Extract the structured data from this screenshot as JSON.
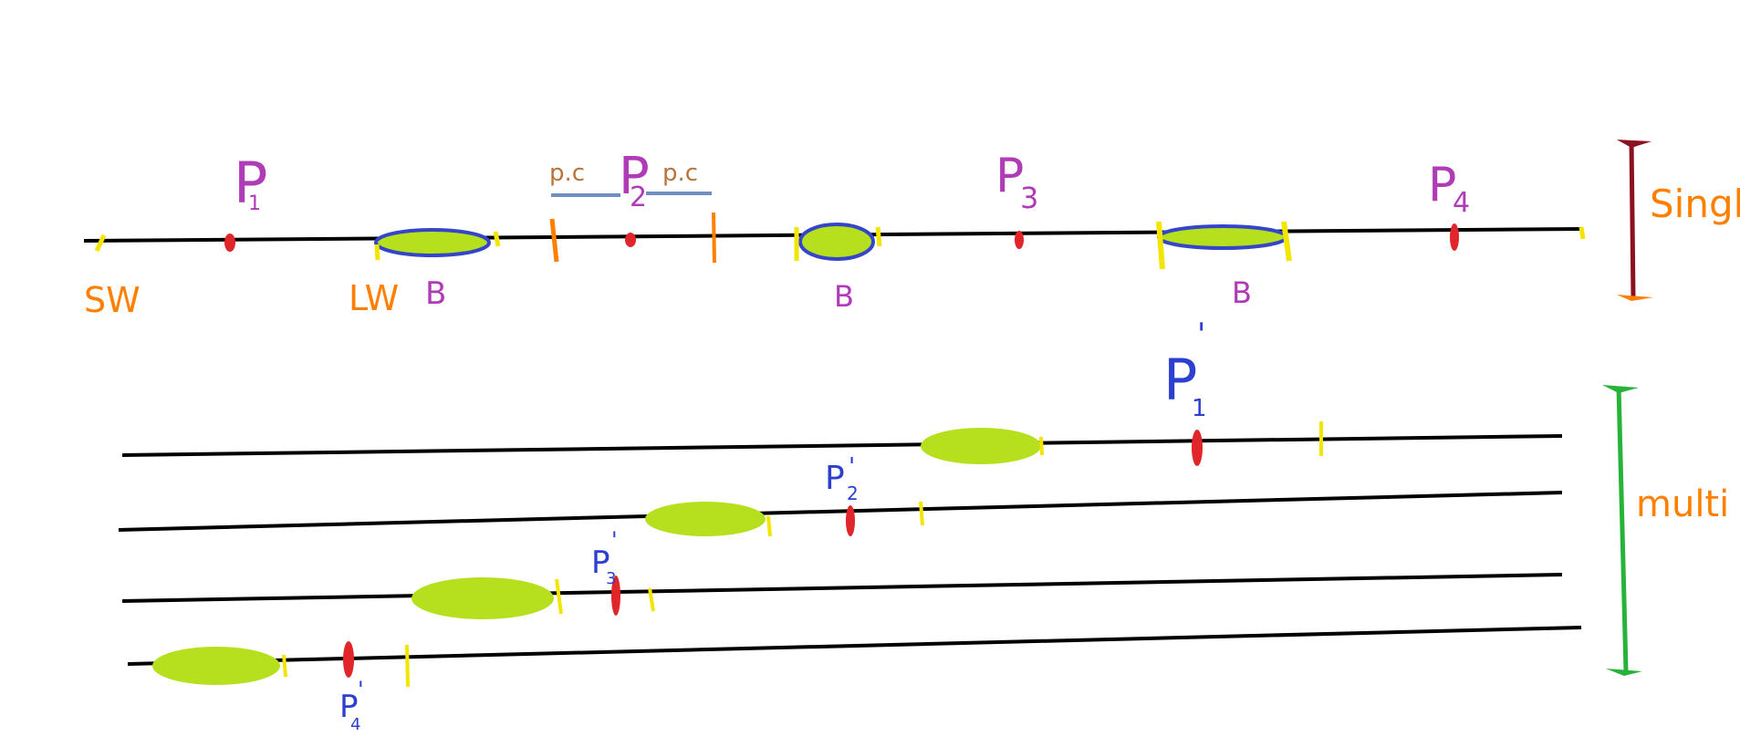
{
  "single": {
    "label": "Single",
    "start_label": "SW",
    "lw_label": "LW",
    "points": [
      {
        "label": "P",
        "sub": "1"
      },
      {
        "label": "P",
        "sub": "2"
      },
      {
        "label": "P",
        "sub": "3"
      },
      {
        "label": "P",
        "sub": "4"
      }
    ],
    "bubbles": [
      {
        "label": "B"
      },
      {
        "label": "B"
      },
      {
        "label": "B"
      }
    ],
    "pc_labels": [
      "p.c",
      "p.c"
    ]
  },
  "multi": {
    "label": "multi",
    "points": [
      {
        "label": "P",
        "prime": "'",
        "sub": "1"
      },
      {
        "label": "P",
        "prime": "'",
        "sub": "2"
      },
      {
        "label": "P",
        "prime": "'",
        "sub": "3"
      },
      {
        "label": "P",
        "prime": "'",
        "sub": "4"
      }
    ]
  },
  "colors": {
    "line": "#000000",
    "bubble_fill": "#b6e01e",
    "bubble_outline": "#3545c9",
    "point": "#e0262a",
    "tick": "#f2e600",
    "orange": "#ff7f00",
    "purple": "#b03bb7",
    "blue": "#2d3fcf",
    "single_bar": "#8c1020",
    "multi_bar": "#27b33a",
    "pc_bar": "#6f8fc0"
  }
}
